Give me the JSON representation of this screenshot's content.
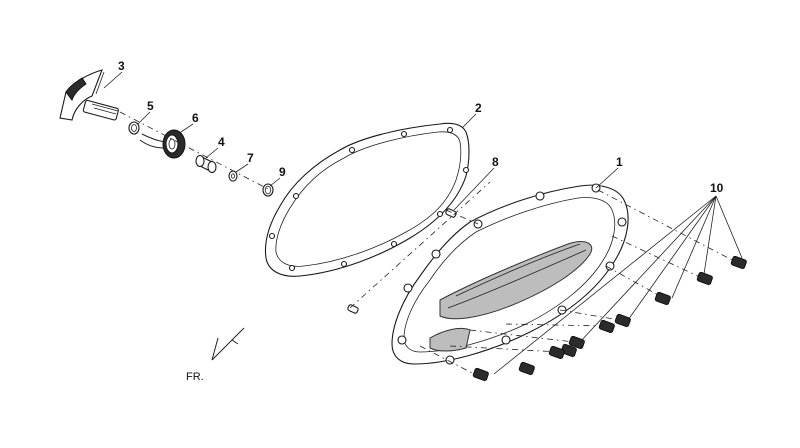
{
  "callouts": {
    "c1": "1",
    "c2": "2",
    "c3": "3",
    "c4": "4",
    "c5": "5",
    "c6": "6",
    "c7": "7",
    "c8": "8",
    "c9": "9",
    "c10": "10"
  },
  "front_indicator": {
    "label": "FR."
  }
}
